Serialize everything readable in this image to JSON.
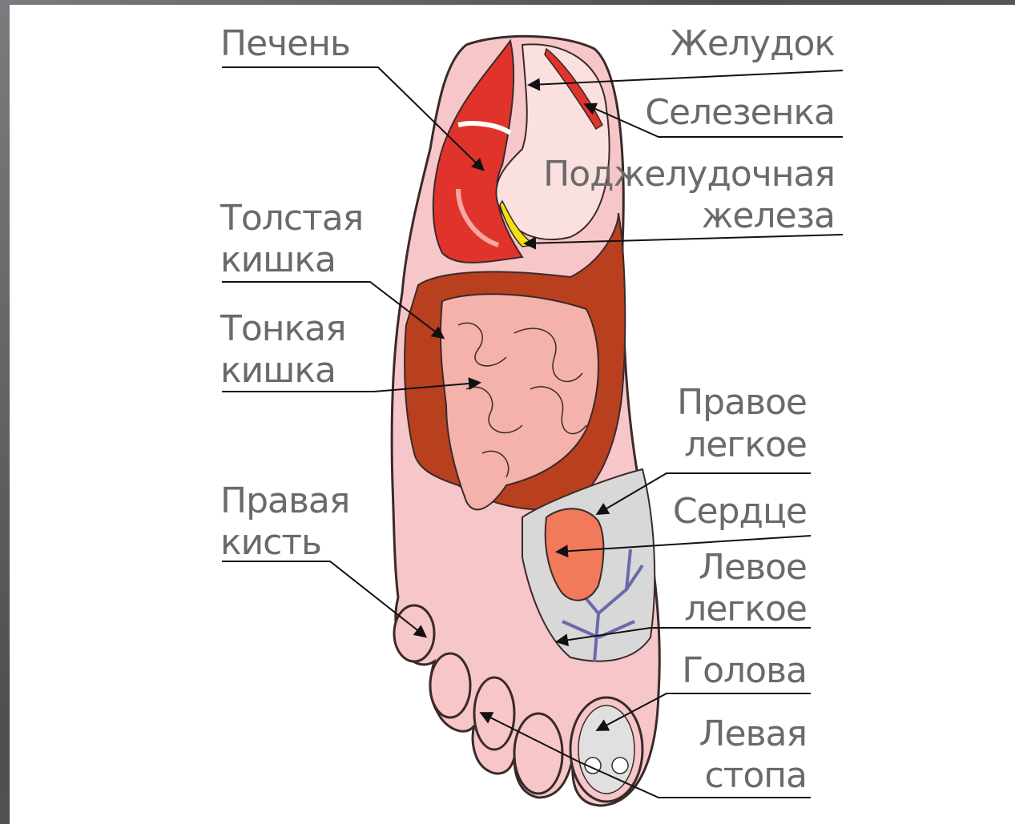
{
  "labels": {
    "liver": "Печень",
    "stomach": "Желудок",
    "spleen": "Селезенка",
    "pancreas_1": "Поджелудочная",
    "pancreas_2": "железа",
    "large_intestine_1": "Толстая",
    "large_intestine_2": "кишка",
    "small_intestine_1": "Тонкая",
    "small_intestine_2": "кишка",
    "right_lung_1": "Правое",
    "right_lung_2": "легкое",
    "heart": "Сердце",
    "left_lung_1": "Левое",
    "left_lung_2": "легкое",
    "right_hand_1": "Правая",
    "right_hand_2": "кисть",
    "head": "Голова",
    "left_foot_1": "Левая",
    "left_foot_2": "стопа"
  },
  "colors": {
    "skin": "#f7c6c8",
    "skin_outline": "#3a2a2a",
    "liver": "#e0332c",
    "stomach": "#fbe0e0",
    "large_intestine": "#b8401e",
    "small_intestine": "#f4b2aa",
    "lungs": "#d8d8d8",
    "bronchi": "#6b6aa8",
    "heart": "#f07a5a",
    "pancreas": "#f2e010",
    "arrow": "#111111",
    "label_text": "#6a6a6a"
  }
}
